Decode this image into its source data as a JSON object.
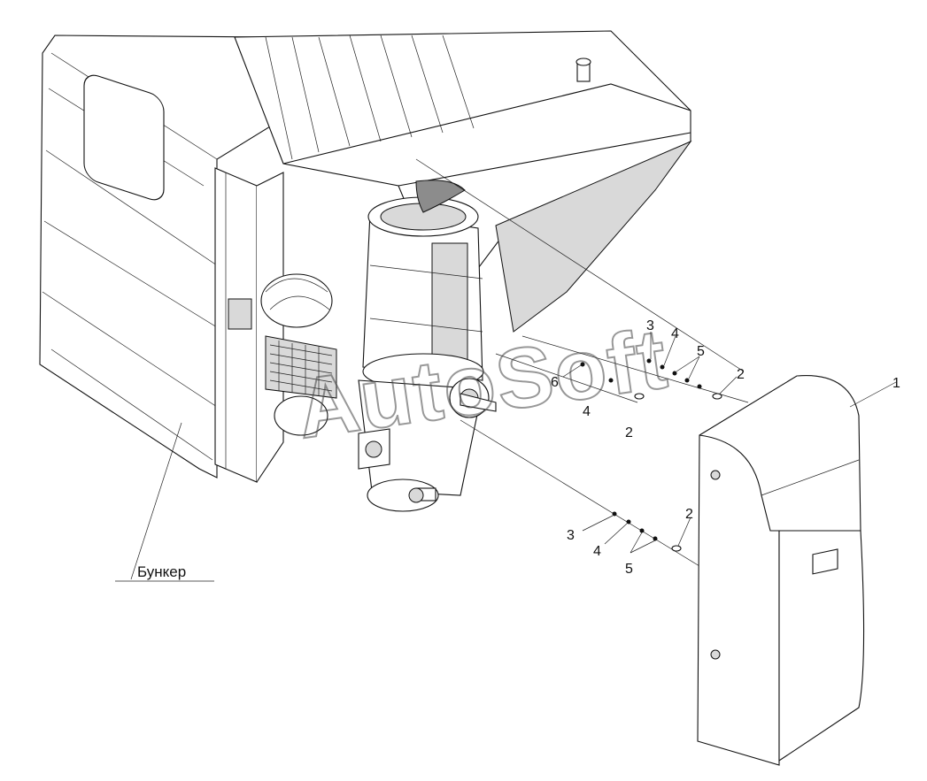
{
  "diagram": {
    "label_bunker": "Бункер",
    "callouts": [
      "1",
      "2",
      "2",
      "2",
      "3",
      "3",
      "4",
      "4",
      "4",
      "5",
      "5",
      "6"
    ],
    "watermark": "AutoSoft"
  }
}
